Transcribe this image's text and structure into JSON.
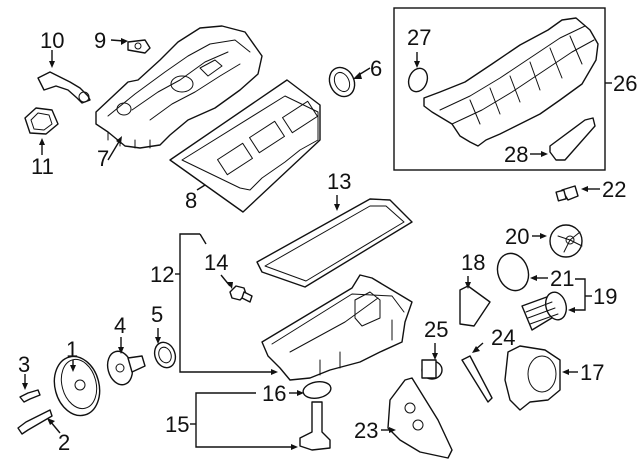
{
  "diagram": {
    "title": "Engine parts exploded view",
    "callouts": [
      {
        "id": "1",
        "label": "1",
        "part": "crankshaft-pulley"
      },
      {
        "id": "2",
        "label": "2",
        "part": "pulley-bolt"
      },
      {
        "id": "3",
        "label": "3",
        "part": "hub-bolt"
      },
      {
        "id": "4",
        "label": "4",
        "part": "crankshaft-hub"
      },
      {
        "id": "5",
        "label": "5",
        "part": "front-crank-seal"
      },
      {
        "id": "6",
        "label": "6",
        "part": "seal"
      },
      {
        "id": "7",
        "label": "7",
        "part": "valve-cover"
      },
      {
        "id": "8",
        "label": "8",
        "part": "valve-cover-gasket"
      },
      {
        "id": "9",
        "label": "9",
        "part": "gasket"
      },
      {
        "id": "10",
        "label": "10",
        "part": "breather-tube"
      },
      {
        "id": "11",
        "label": "11",
        "part": "seal"
      },
      {
        "id": "12",
        "label": "12",
        "part": "oil-pan-assembly"
      },
      {
        "id": "13",
        "label": "13",
        "part": "oil-pan-gasket"
      },
      {
        "id": "14",
        "label": "14",
        "part": "drain-plug"
      },
      {
        "id": "15",
        "label": "15",
        "part": "oil-pump-pickup-assembly"
      },
      {
        "id": "16",
        "label": "16",
        "part": "o-ring"
      },
      {
        "id": "17",
        "label": "17",
        "part": "oil-filter-housing"
      },
      {
        "id": "18",
        "label": "18",
        "part": "housing-gasket"
      },
      {
        "id": "19",
        "label": "19",
        "part": "oil-filter-kit"
      },
      {
        "id": "20",
        "label": "20",
        "part": "filter-cap"
      },
      {
        "id": "21",
        "label": "21",
        "part": "cap-o-ring"
      },
      {
        "id": "22",
        "label": "22",
        "part": "oil-pressure-sensor"
      },
      {
        "id": "23",
        "label": "23",
        "part": "oil-cooler-bracket"
      },
      {
        "id": "24",
        "label": "24",
        "part": "cooler-gasket"
      },
      {
        "id": "25",
        "label": "25",
        "part": "plug"
      },
      {
        "id": "26",
        "label": "26",
        "part": "intake-manifold"
      },
      {
        "id": "27",
        "label": "27",
        "part": "manifold-o-ring"
      },
      {
        "id": "28",
        "label": "28",
        "part": "manifold-gasket"
      }
    ],
    "colors": {
      "ink": "#111111",
      "background": "#ffffff"
    }
  }
}
